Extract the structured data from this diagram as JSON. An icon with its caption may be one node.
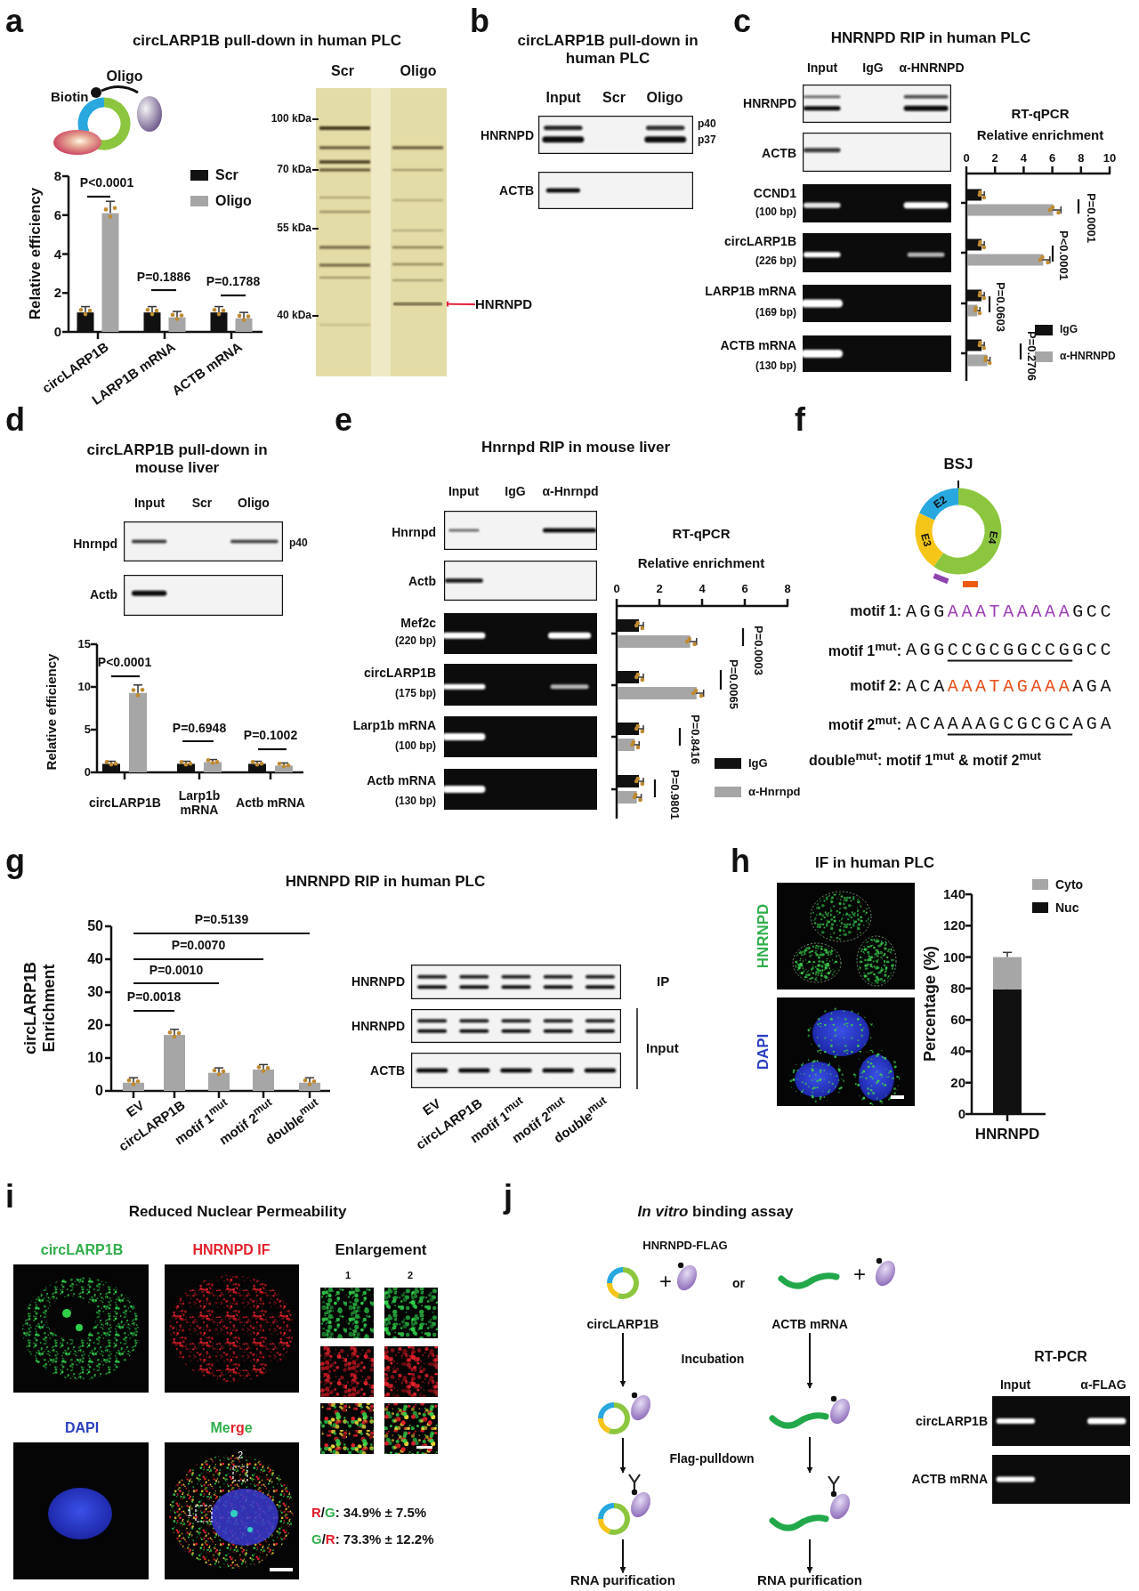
{
  "diagram": {
    "nodes": [
      {
        "text": [
          "HNRNPD"
        ]
      },
      {
        "text": [
          "circLARP1B"
        ]
      },
      {
        "text": [],
        "shape": "picture"
      },
      {
        "text": [],
        "shape": "picture"
      },
      {
        "text": [
          "RNA purification"
        ]
      },
      {
        "text": [
          "ACTB mRNA"
        ]
      },
      {
        "text": [],
        "shape": "picture"
      },
      {
        "text": [],
        "shape": "picture"
      },
      {
        "text": [
          "RNA purification"
        ]
      },
      {
        "text": [],
        "shape": "bar"
      }
    ],
    "edges": [
      {
        "from": 0,
        "to": 9,
        "arrow": "to",
        "color": "#e3203a"
      },
      {
        "from": 1,
        "to": 2,
        "arrow": "to"
      },
      {
        "from": 2,
        "to": 3,
        "arrow": "to"
      },
      {
        "from": 3,
        "to": 4,
        "arrow": "to"
      },
      {
        "from": 5,
        "to": 6,
        "arrow": "to"
      },
      {
        "from": 6,
        "to": 7,
        "arrow": "to"
      },
      {
        "from": 7,
        "to": 8,
        "arrow": "to"
      }
    ],
    "labels": [
      "a",
      "circLARP1B pull-down in human PLC",
      "Oligo",
      "Biotin",
      "Scr",
      "Oligo",
      "100 kDa",
      "70 kDa",
      "55 kDa",
      "40 kDa",
      "b",
      "circLARP1B pull-down in human PLC",
      "Input",
      "Scr",
      "Oligo",
      "HNRNPD",
      "p40",
      "p37",
      "ACTB",
      "c",
      "HNRNPD RIP in human PLC",
      "Input",
      "IgG",
      "α-HNRNPD",
      "HNRNPD",
      "ACTB",
      "CCND1",
      "(100 bp)",
      "circLARP1B",
      "(226 bp)",
      "LARP1B mRNA",
      "(169 bp)",
      "ACTB mRNA",
      "(130 bp)",
      "d",
      "circLARP1B pull-down in mouse liver",
      "Input",
      "Scr",
      "Oligo",
      "Hnrnpd",
      "p40",
      "Actb",
      "e",
      "Hnrnpd RIP in mouse liver",
      "Input",
      "IgG",
      "α-Hnrnpd",
      "Hnrnpd",
      "Actb",
      "Mef2c",
      "(220 bp)",
      "circLARP1B",
      "(175 bp)",
      "Larp1b mRNA",
      "(100 bp)",
      "Actb mRNA",
      "(130 bp)",
      "f",
      "BSJ",
      "E2",
      "E3",
      "E4",
      "motif 1:",
      "AGGAAATAAAAAGCC",
      "motif 1$^{mut}$:",
      "AGGCCGCGGCCGGCC",
      "motif 2:",
      "ACAAAATAGAAAAGA",
      "motif 2$^{mut}$:",
      "ACAAAAGCGCGCAGA",
      "double$^{mut}$: motif 1$^{mut}$ & motif 2$^{mut}$",
      "g",
      "HNRNPD RIP in human PLC",
      "HNRNPD",
      "HNRNPD",
      "ACTB",
      "IP",
      "Input",
      "EV",
      "circLARP1B",
      "motif 1$^{mut}$",
      "motif 2$^{mut}$",
      "double$^{mut}$",
      "h",
      "IF in human PLC",
      "HNRNPD",
      "DAPI",
      "i",
      "Reduced Nuclear Permeability",
      "circLARP1B",
      "HNRNPD IF",
      "Enlargement",
      "1",
      "2",
      "DAPI",
      "Merge",
      "2",
      "1",
      "R/G: 34.9% ± 7.5%",
      "G/R: 73.3% ± 12.2%",
      "j",
      "*In vitro* binding assay",
      "HNRNPD-FLAG",
      "+",
      "or",
      "+",
      "Incubation",
      "Flag-pulldown",
      "RT-PCR",
      "Input",
      "α-FLAG",
      "circLARP1B",
      "ACTB mRNA"
    ],
    "chart_data": [
      {
        "type": "bar",
        "ylabel": "Relative efficiency",
        "categories": [
          "circLARP1B",
          "LARP1B mRNA",
          "ACTB mRNA"
        ],
        "series": [
          {
            "name": "Scr",
            "color": "#111111",
            "values": [
              1.0,
              1.0,
              1.0
            ]
          },
          {
            "name": "Oligo",
            "color": "#a6a6a6",
            "values": [
              6.1,
              0.75,
              0.7
            ]
          }
        ],
        "ylim": [
          0,
          8
        ],
        "yticks": [
          0,
          2,
          4,
          6,
          8
        ],
        "legend": "upper right",
        "annotations": [
          "P<0.0001",
          "P=0.1886",
          "P=0.1788"
        ]
      },
      {
        "type": "bar",
        "orientation": "horizontal",
        "title": "RT-qPCR",
        "xlabel": "Relative enrichment",
        "series": [
          {
            "name": "IgG",
            "color": "#111111",
            "values": [
              1.0,
              1.0,
              1.0,
              1.0
            ]
          },
          {
            "name": "α-HNRNPD",
            "color": "#a6a6a6",
            "values": [
              6.0,
              5.3,
              0.7,
              1.4
            ]
          }
        ],
        "xlim": [
          0,
          10
        ],
        "legend": "lower right",
        "xticks": [
          0,
          2,
          4,
          6,
          8,
          10
        ],
        "annotations": [
          "P=0.0001",
          "P<0.0001",
          "P=0.0603",
          "P=0.2706"
        ]
      },
      {
        "type": "bar",
        "ylabel": "Relative efficiency",
        "categories": [
          "circLARP1B",
          "Larp1b mRNA",
          "Actb mRNA"
        ],
        "series": [
          {
            "color": "#111111",
            "values": [
              1.0,
              1.0,
              1.0
            ]
          },
          {
            "color": "#a6a6a6",
            "values": [
              9.3,
              1.2,
              0.8
            ]
          }
        ],
        "ylim": [
          0,
          15
        ],
        "yticks": [
          0,
          5,
          10,
          15
        ],
        "annotations": [
          "P<0.0001",
          "P=0.6948",
          "P=0.1002"
        ]
      },
      {
        "type": "bar",
        "orientation": "horizontal",
        "title": "RT-qPCR",
        "xlabel": "Relative enrichment",
        "series": [
          {
            "name": "IgG",
            "color": "#111111",
            "values": [
              1.0,
              1.0,
              1.0,
              1.0
            ]
          },
          {
            "name": "α-Hnrnpd",
            "color": "#a6a6a6",
            "values": [
              3.4,
              3.7,
              0.8,
              0.9
            ]
          }
        ],
        "xlim": [
          0,
          8
        ],
        "legend": "lower right",
        "xticks": [
          0,
          2,
          4,
          6,
          8
        ],
        "annotations": [
          "P=0.0003",
          "P=0.0065",
          "P=0.8416",
          "P=0.9801"
        ]
      },
      {
        "type": "bar",
        "ylabel": "circLARP1B Enrichment",
        "categories": [
          "EV",
          "circLARP1B",
          "motif 1$^{mut}$",
          "motif 2$^{mut}$",
          "double$^{mut}$"
        ],
        "values": [
          2.5,
          17,
          5.5,
          6.5,
          2.5
        ],
        "ylim": [
          0,
          50
        ],
        "yticks": [
          0,
          10,
          20,
          30,
          40,
          50
        ],
        "annotations": [
          "P=0.5139",
          "P=0.0070",
          "P=0.0010",
          "P=0.0018"
        ]
      },
      {
        "type": "bar",
        "stacked": true,
        "legend": "upper right",
        "ylabel": "Percentage (%)",
        "categories": [
          "HNRNPD"
        ],
        "series": [
          {
            "name": "Cyto",
            "color": "#a6a6a6",
            "values": [
              20.5
            ]
          },
          {
            "name": "Nuc",
            "color": "#111111",
            "values": [
              79.5
            ]
          }
        ],
        "ylim": [
          0,
          140
        ],
        "yticks": [
          0,
          20,
          40,
          60,
          80,
          100,
          120,
          140
        ]
      }
    ]
  }
}
